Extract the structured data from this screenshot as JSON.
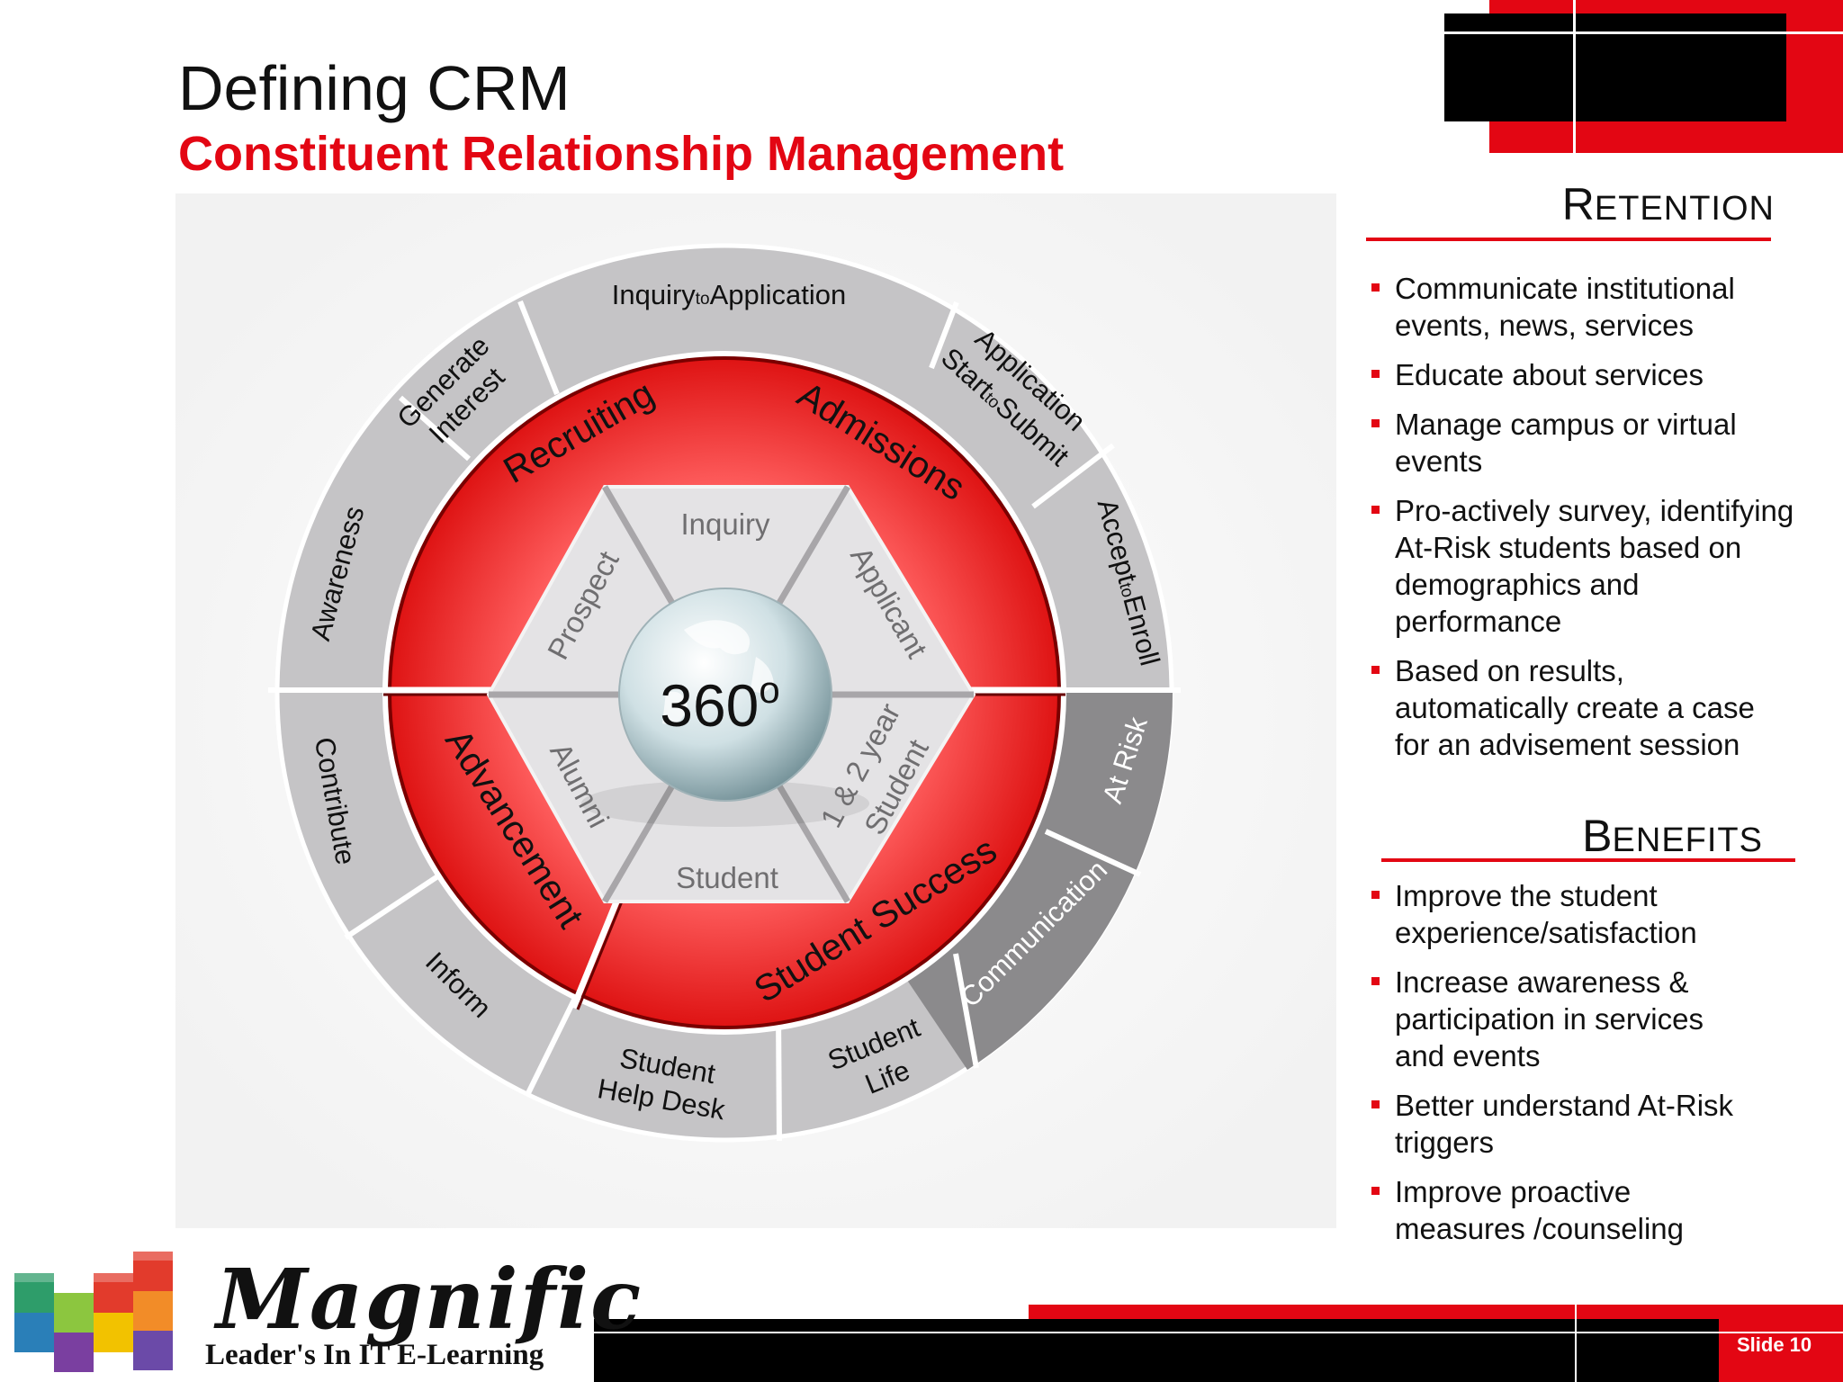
{
  "title": "Defining CRM",
  "subtitle": "Constituent Relationship Management",
  "diagram": {
    "center": {
      "label": "360",
      "sup": "o"
    },
    "hexagon": {
      "inquiry": "Inquiry",
      "applicant": "Applicant",
      "student_year": "1 & 2 year",
      "student_word": "Student",
      "student": "Student",
      "alumni": "Alumni",
      "prospect": "Prospect"
    },
    "middle_ring": {
      "recruiting": "Recruiting",
      "admissions": "Admissions",
      "student_success": "Student Success",
      "advancement": "Advancement"
    },
    "outer_ring": {
      "inquiry_to_application": {
        "a": "Inquiry",
        "to": "to",
        "b": "Application"
      },
      "application_start_to_submit": {
        "a": "Application",
        "b": "Start",
        "to": "to",
        "c": "Submit"
      },
      "accept_to_enroll": {
        "a": "Accept",
        "to": "to",
        "b": "Enroll"
      },
      "at_risk": "At Risk",
      "communication": "Communication",
      "student_life": {
        "a": "Student",
        "b": "Life"
      },
      "student_help_desk": {
        "a": "Student",
        "b": "Help Desk"
      },
      "inform": "Inform",
      "contribute": "Contribute",
      "awareness": "Awareness",
      "generate_interest": {
        "a": "Generate",
        "b": "Interest"
      }
    }
  },
  "retention": {
    "heading_cap": "R",
    "heading_rest": "ETENTION",
    "bullets": [
      [
        "Communicate institutional",
        "events, news, services"
      ],
      [
        "Educate about services"
      ],
      [
        "Manage campus or virtual",
        "events"
      ],
      [
        "Pro-actively survey, identifying",
        "At-Risk students based on",
        "demographics and",
        "performance"
      ],
      [
        "Based on results,",
        "automatically create a case",
        "for an advisement session"
      ]
    ]
  },
  "benefits": {
    "heading_cap": "B",
    "heading_rest": "ENEFITS",
    "bullets": [
      [
        "Improve the student",
        "experience/satisfaction"
      ],
      [
        "Increase awareness &",
        "participation in services",
        "and events"
      ],
      [
        "Better understand At-Risk",
        "triggers"
      ],
      [
        "Improve proactive",
        "measures /counseling"
      ]
    ]
  },
  "logo": {
    "name": "Magnific",
    "tagline": "Leader's In IT E-Learning"
  },
  "slide_number": "Slide 10",
  "colors": {
    "accent_red": "#e30613",
    "ring_gray": "#c4c3c5",
    "dark_gray": "#8a898b"
  }
}
